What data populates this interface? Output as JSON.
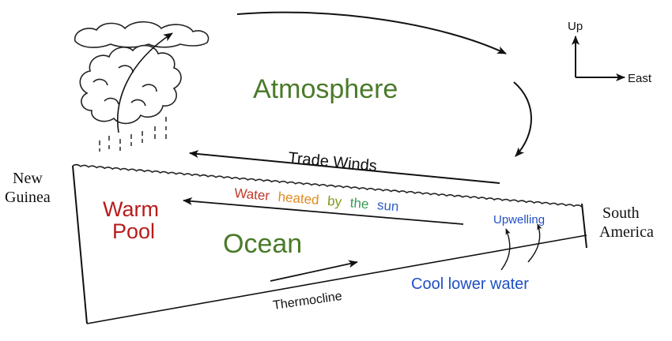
{
  "labels": {
    "atmosphere": "Atmosphere",
    "ocean": "Ocean",
    "warm_pool_1": "Warm",
    "warm_pool_2": "Pool",
    "trade_winds": "Trade Winds",
    "thermocline": "Thermocline",
    "upwelling": "Upwelling",
    "cool_lower_water": "Cool lower water",
    "new_guinea_1": "New",
    "new_guinea_2": "Guinea",
    "south_america_1": "South",
    "south_america_2": "America",
    "compass_up": "Up",
    "compass_east": "East"
  },
  "heated_words": [
    {
      "text": "Water",
      "color": "#c0392b"
    },
    {
      "text": "heated",
      "color": "#e08a1e"
    },
    {
      "text": "by",
      "color": "#7a9a1a"
    },
    {
      "text": "the",
      "color": "#3a9a55"
    },
    {
      "text": "sun",
      "color": "#2f5fc6"
    }
  ],
  "colors": {
    "atmosphere": "#4a7a2a",
    "ocean": "#4a7a2a",
    "warm_pool": "#b71c1c",
    "cool_water": "#1f4fc4",
    "ink": "#111111"
  }
}
